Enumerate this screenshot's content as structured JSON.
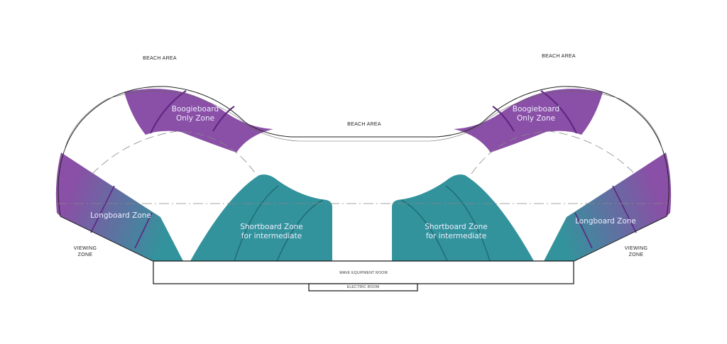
{
  "labels": {
    "beach_left": "BEACH AREA",
    "beach_right": "BEACH AREA",
    "beach_center": "BEACH AREA",
    "viewing_left": [
      "VIEWING",
      "ZONE"
    ],
    "viewing_right": [
      "VIEWING",
      "ZONE"
    ]
  },
  "zones": {
    "boogie_left": [
      "Boogieboard",
      "Only Zone"
    ],
    "boogie_right": [
      "Boogieboard",
      "Only Zone"
    ],
    "longboard_left": "Longboard Zone",
    "longboard_right": "Longboard Zone",
    "shortboard_left": [
      "Shortboard Zone",
      "for intermediate"
    ],
    "shortboard_right": [
      "Shortboard Zone",
      "for intermediate"
    ]
  },
  "rooms": {
    "wave_equipment": "WAVE EQUIPMENT ROOM",
    "electric": "ELECTRIC ROOM"
  },
  "colors": {
    "purple": "#8a4fa6",
    "teal": "#33939c",
    "dark_purple": "#5e2580",
    "dark_teal": "#1f6f78"
  }
}
